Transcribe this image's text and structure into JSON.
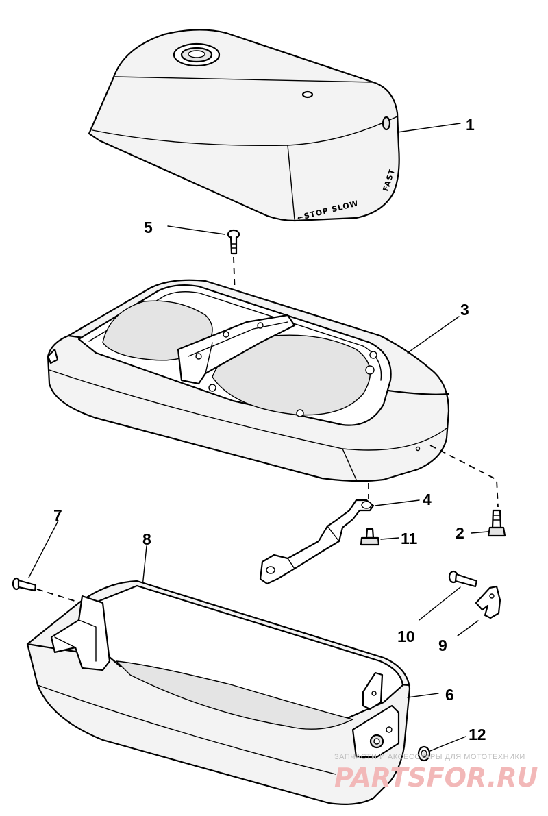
{
  "callouts": {
    "c1": "1",
    "c2": "2",
    "c3": "3",
    "c4": "4",
    "c5": "5",
    "c6": "6",
    "c7": "7",
    "c8": "8",
    "c9": "9",
    "c10": "10",
    "c11": "11",
    "c12": "12"
  },
  "hood_markings": {
    "stop_slow": "←STOP SLOW",
    "fast": "FAST"
  },
  "watermark": {
    "tagline": "ЗАПЧАСТИ И АКСЕССУАРЫ ДЛЯ МОТОТЕХНИКИ",
    "site": "PARTSFOR.RU"
  }
}
